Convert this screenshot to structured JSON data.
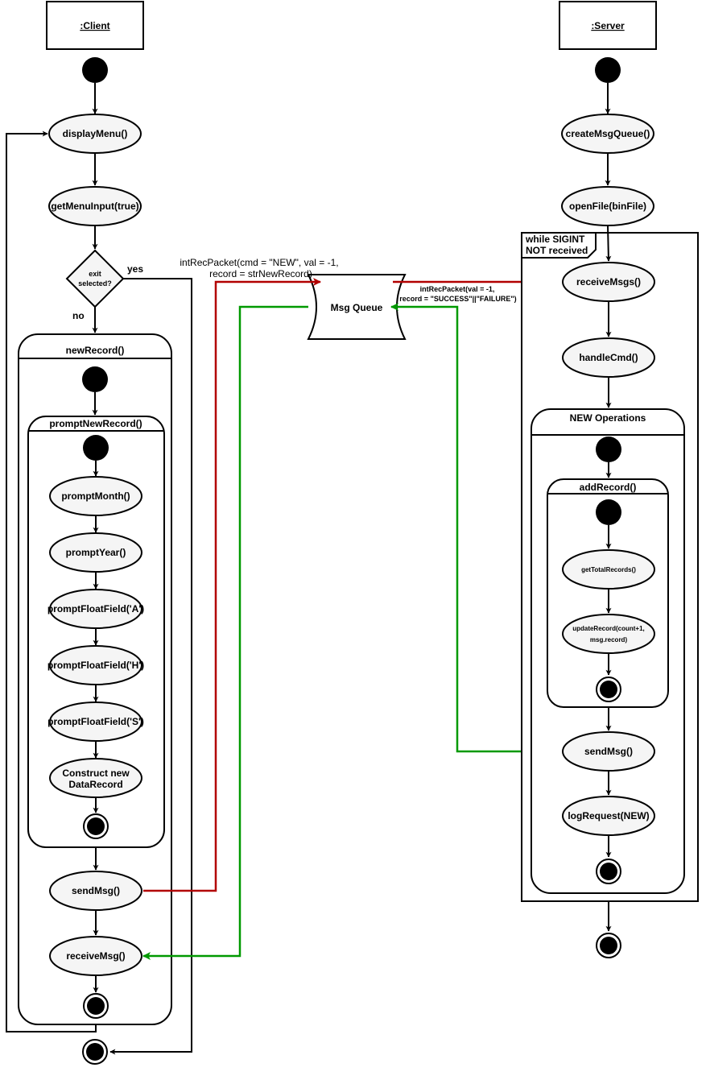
{
  "lifelines": {
    "client": ":Client",
    "server": ":Server"
  },
  "client": {
    "display_menu": "displayMenu()",
    "get_menu_input": "getMenuInput(true)",
    "decision_line1": "exit",
    "decision_line2": "selected?",
    "yes_label": "yes",
    "no_label": "no",
    "new_record_title": "newRecord()",
    "prompt_new_record_title": "promptNewRecord()",
    "prompt_month": "promptMonth()",
    "prompt_year": "promptYear()",
    "prompt_float_a": "promptFloatField('A')",
    "prompt_float_h": "promptFloatField('H')",
    "prompt_float_s": "promptFloatField('S')",
    "construct_line1": "Construct new",
    "construct_line2": "DataRecord",
    "send_msg": "sendMsg()",
    "receive_msg": "receiveMsg()"
  },
  "queue": {
    "label": "Msg Queue",
    "request_line1": "intRecPacket(cmd = \"NEW\", val = -1,",
    "request_line2": "record = strNewRecord)",
    "response_line1": "intRecPacket(val  = -1,",
    "response_line2": "record = \"SUCCESS\"||\"FAILURE\")"
  },
  "server": {
    "create_msg_queue": "createMsgQueue()",
    "open_file": "openFile(binFile)",
    "loop_line1": "while SIGINT",
    "loop_line2": "NOT received",
    "receive_msgs": "receiveMsgs()",
    "handle_cmd": "handleCmd()",
    "new_operations_title": "NEW Operations",
    "add_record_title": "addRecord()",
    "get_total_records": "getTotalRecords()",
    "update_record_line1": "updateRecord(count+1,",
    "update_record_line2": "msg.record)",
    "send_msg": "sendMsg()",
    "log_request": "logRequest(NEW)"
  },
  "colors": {
    "request_flow": "#b20000",
    "response_flow": "#009900",
    "node_fill": "#f5f5f5"
  }
}
